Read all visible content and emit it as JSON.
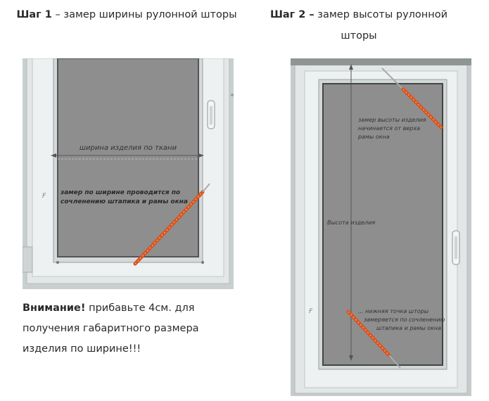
{
  "step1": {
    "label": "Шаг 1",
    "text": " – замер ширины рулонной шторы"
  },
  "step2": {
    "label": "Шаг 2 –",
    "text": " замер высоты рулонной шторы"
  },
  "photo1": {
    "width_label": "ширина изделия по ткани",
    "note_line1": "замер по ширине проводится по",
    "note_line2": "сочленению штапика и рамы окна"
  },
  "photo2": {
    "top_line1": "замер высоты изделия",
    "top_line2": "начинается от верха",
    "top_line3": "рамы окна",
    "height_label": "Высота изделия",
    "bottom_line1": "... нижняя точка шторы",
    "bottom_line2": "замеряется по сочленению",
    "bottom_line3": "штапика и рамы окна"
  },
  "notice": {
    "bold": "Внимание!",
    "text": "  прибавьте 4см. для получения габаритного размера изделия по ширине!!!"
  },
  "colors": {
    "glass": "#8e8e8e",
    "frame": "#dfe4e4",
    "tape": "#d9531e"
  }
}
